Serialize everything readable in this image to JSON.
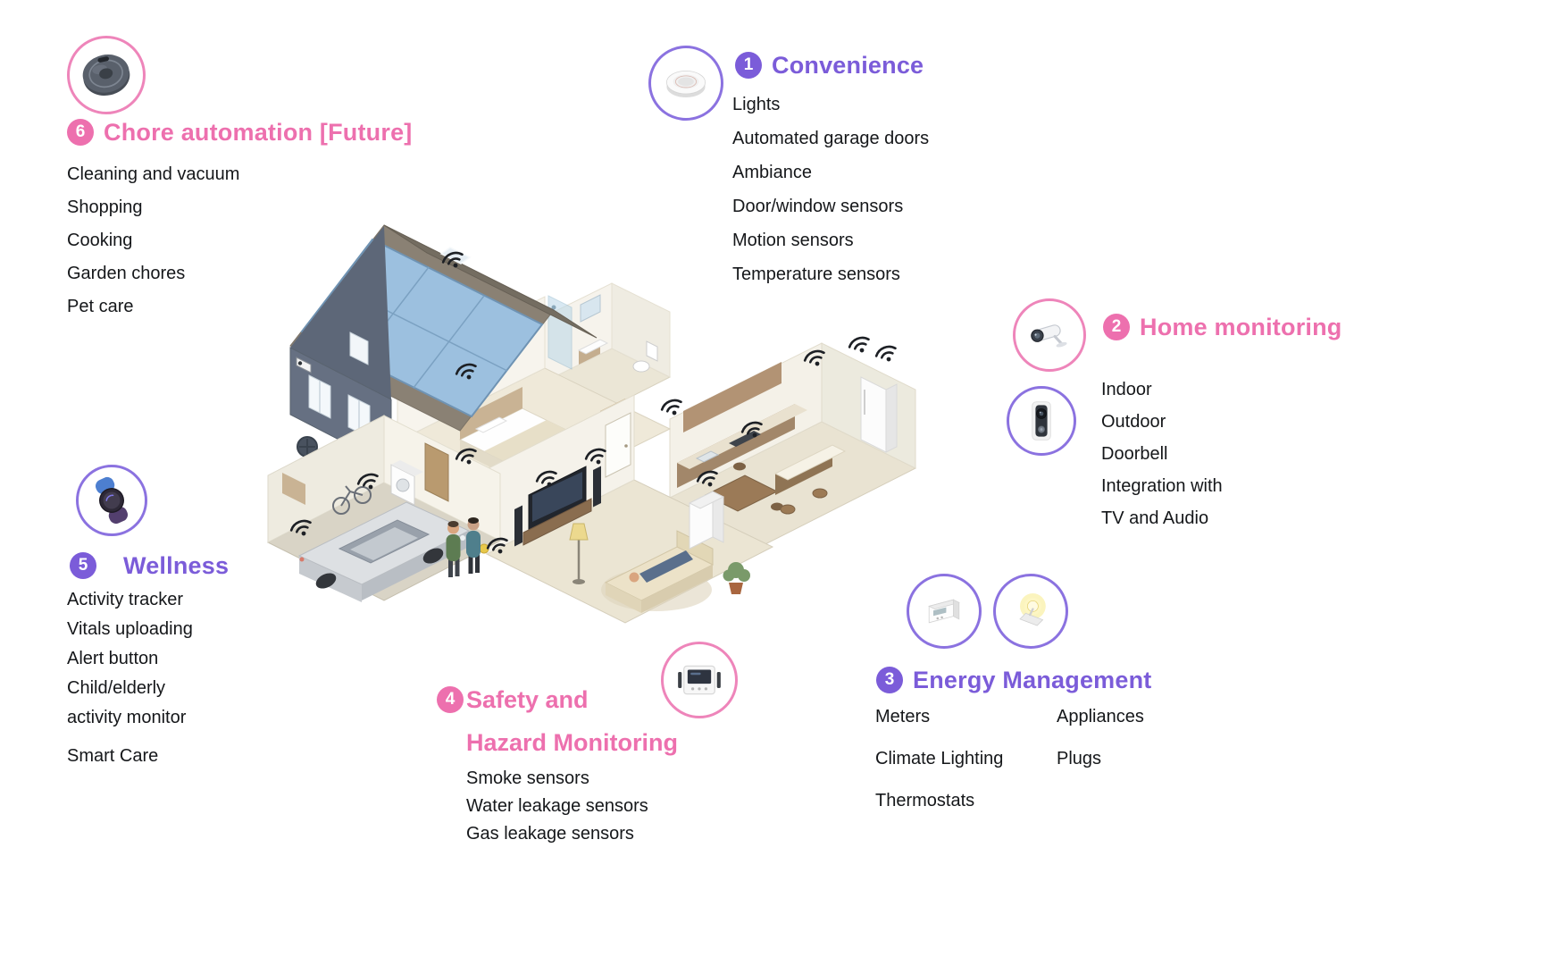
{
  "colors": {
    "purple": "#7b5cd9",
    "pink": "#ed70ae",
    "ring_purple": "#8b72e0",
    "ring_pink": "#ee85ba",
    "text": "#15171a",
    "solar_panel_blue": "#9cc0df",
    "roof_gray": "#8a8174"
  },
  "sections": {
    "convenience": {
      "number": "1",
      "title": "Convenience",
      "icon": "smart-speaker-icon",
      "items": [
        "Lights",
        "Automated garage doors",
        "Ambiance",
        "Door/window sensors",
        "Motion sensors",
        "Temperature sensors"
      ]
    },
    "home_monitoring": {
      "number": "2",
      "title": "Home monitoring",
      "icons": [
        "security-camera-icon",
        "video-doorbell-icon"
      ],
      "items": [
        "Indoor",
        "Outdoor",
        "Doorbell",
        "Integration with TV and Audio"
      ]
    },
    "energy": {
      "number": "3",
      "title": "Energy Management",
      "icons": [
        "smart-meter-icon",
        "smart-light-icon"
      ],
      "items_col1": [
        "Meters",
        "Climate Lighting",
        "Thermostats"
      ],
      "items_col2": [
        "Appliances",
        "Plugs"
      ]
    },
    "safety": {
      "number": "4",
      "title_line1": "Safety and",
      "title_line2": "Hazard Monitoring",
      "icon": "alarm-panel-icon",
      "items": [
        "Smoke sensors",
        "Water leakage sensors",
        "Gas leakage sensors"
      ]
    },
    "wellness": {
      "number": "5",
      "title": "Wellness",
      "icon": "smartwatch-icon",
      "items": [
        "Activity tracker",
        "Vitals uploading",
        "Alert button",
        "Child/elderly activity monitor",
        "Smart Care"
      ]
    },
    "chore": {
      "number": "6",
      "title": "Chore automation [Future]",
      "icon": "robot-vacuum-icon",
      "items": [
        "Cleaning and vacuum",
        "Shopping",
        "Cooking",
        "Garden chores",
        "Pet care"
      ]
    }
  },
  "illustration": {
    "name": "smart-home-cutaway",
    "wifi_icon": "wifi-signal-icon"
  }
}
